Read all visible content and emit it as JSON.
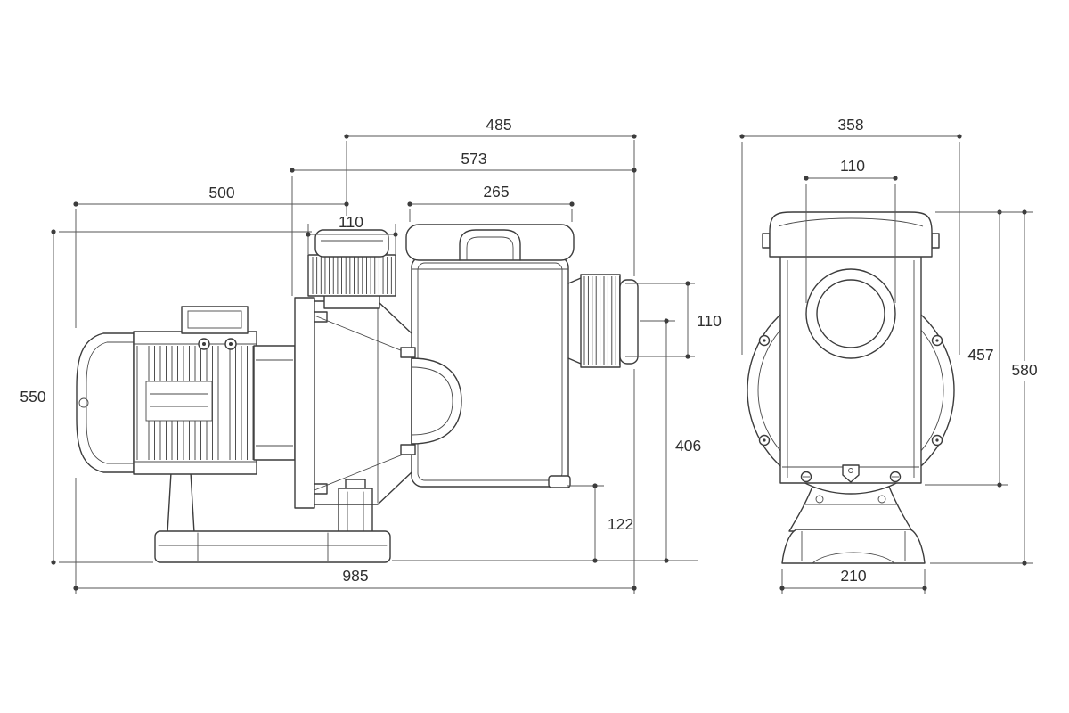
{
  "drawing": {
    "side_view": {
      "dim_485": "485",
      "dim_573": "573",
      "dim_500": "500",
      "dim_265": "265",
      "dim_110_inlet": "110",
      "dim_550": "550",
      "dim_110_outlet": "110",
      "dim_406": "406",
      "dim_122": "122",
      "dim_985": "985"
    },
    "front_view": {
      "dim_358": "358",
      "dim_110_port": "110",
      "dim_457": "457",
      "dim_580": "580",
      "dim_210": "210"
    }
  }
}
